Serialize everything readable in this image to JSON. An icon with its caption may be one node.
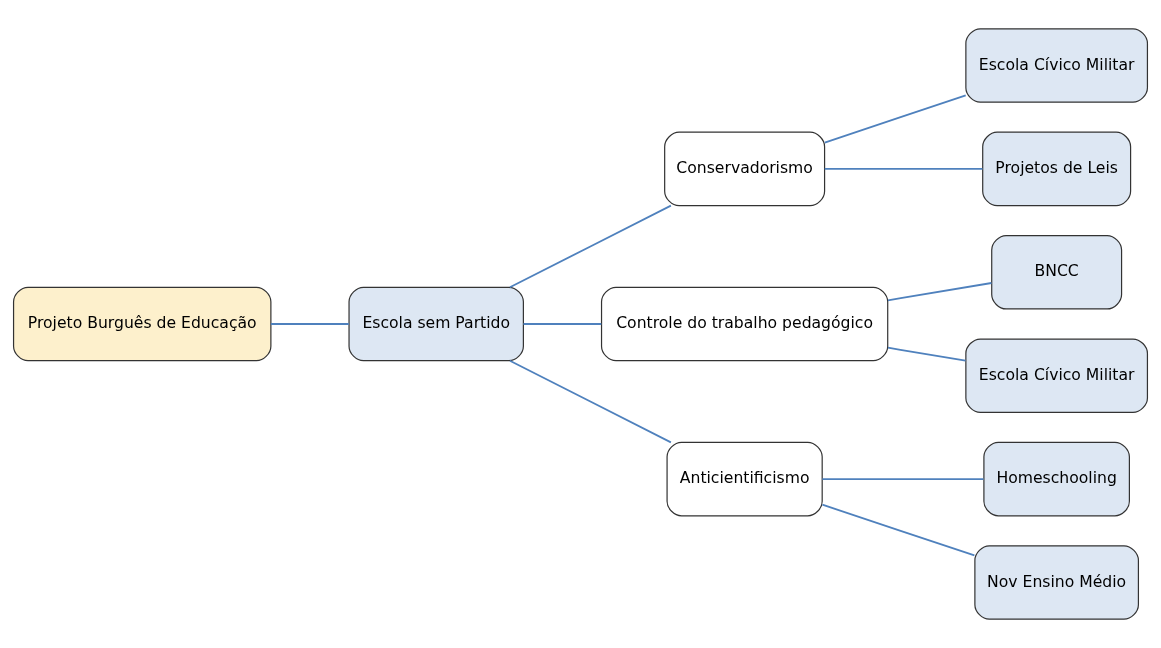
{
  "diagram": {
    "nodes": [
      {
        "text": [
          "Projeto Burguês de Educação"
        ]
      },
      {
        "text": [
          "Escola sem Partido"
        ]
      },
      {
        "text": [
          "Conservadorismo"
        ]
      },
      {
        "text": [
          "Controle do trabalho pedagógico"
        ]
      },
      {
        "text": [
          "Anticientificismo"
        ]
      },
      {
        "text": [
          "Escola Cívico Militar"
        ]
      },
      {
        "text": [
          "Projetos de Leis"
        ]
      },
      {
        "text": [
          "BNCC"
        ]
      },
      {
        "text": [
          "Escola Cívico Militar"
        ]
      },
      {
        "text": [
          "Homeschooling"
        ]
      },
      {
        "text": [
          "Nov Ensino Médio"
        ]
      }
    ],
    "edges": [
      {
        "from": 0,
        "to": 1,
        "arrow": "none"
      },
      {
        "from": 1,
        "to": 2,
        "arrow": "none"
      },
      {
        "from": 1,
        "to": 3,
        "arrow": "none"
      },
      {
        "from": 1,
        "to": 4,
        "arrow": "none"
      },
      {
        "from": 2,
        "to": 5,
        "arrow": "none"
      },
      {
        "from": 2,
        "to": 6,
        "arrow": "none"
      },
      {
        "from": 3,
        "to": 7,
        "arrow": "none"
      },
      {
        "from": 3,
        "to": 8,
        "arrow": "none"
      },
      {
        "from": 4,
        "to": 9,
        "arrow": "none"
      },
      {
        "from": 4,
        "to": 10,
        "arrow": "none"
      }
    ]
  }
}
